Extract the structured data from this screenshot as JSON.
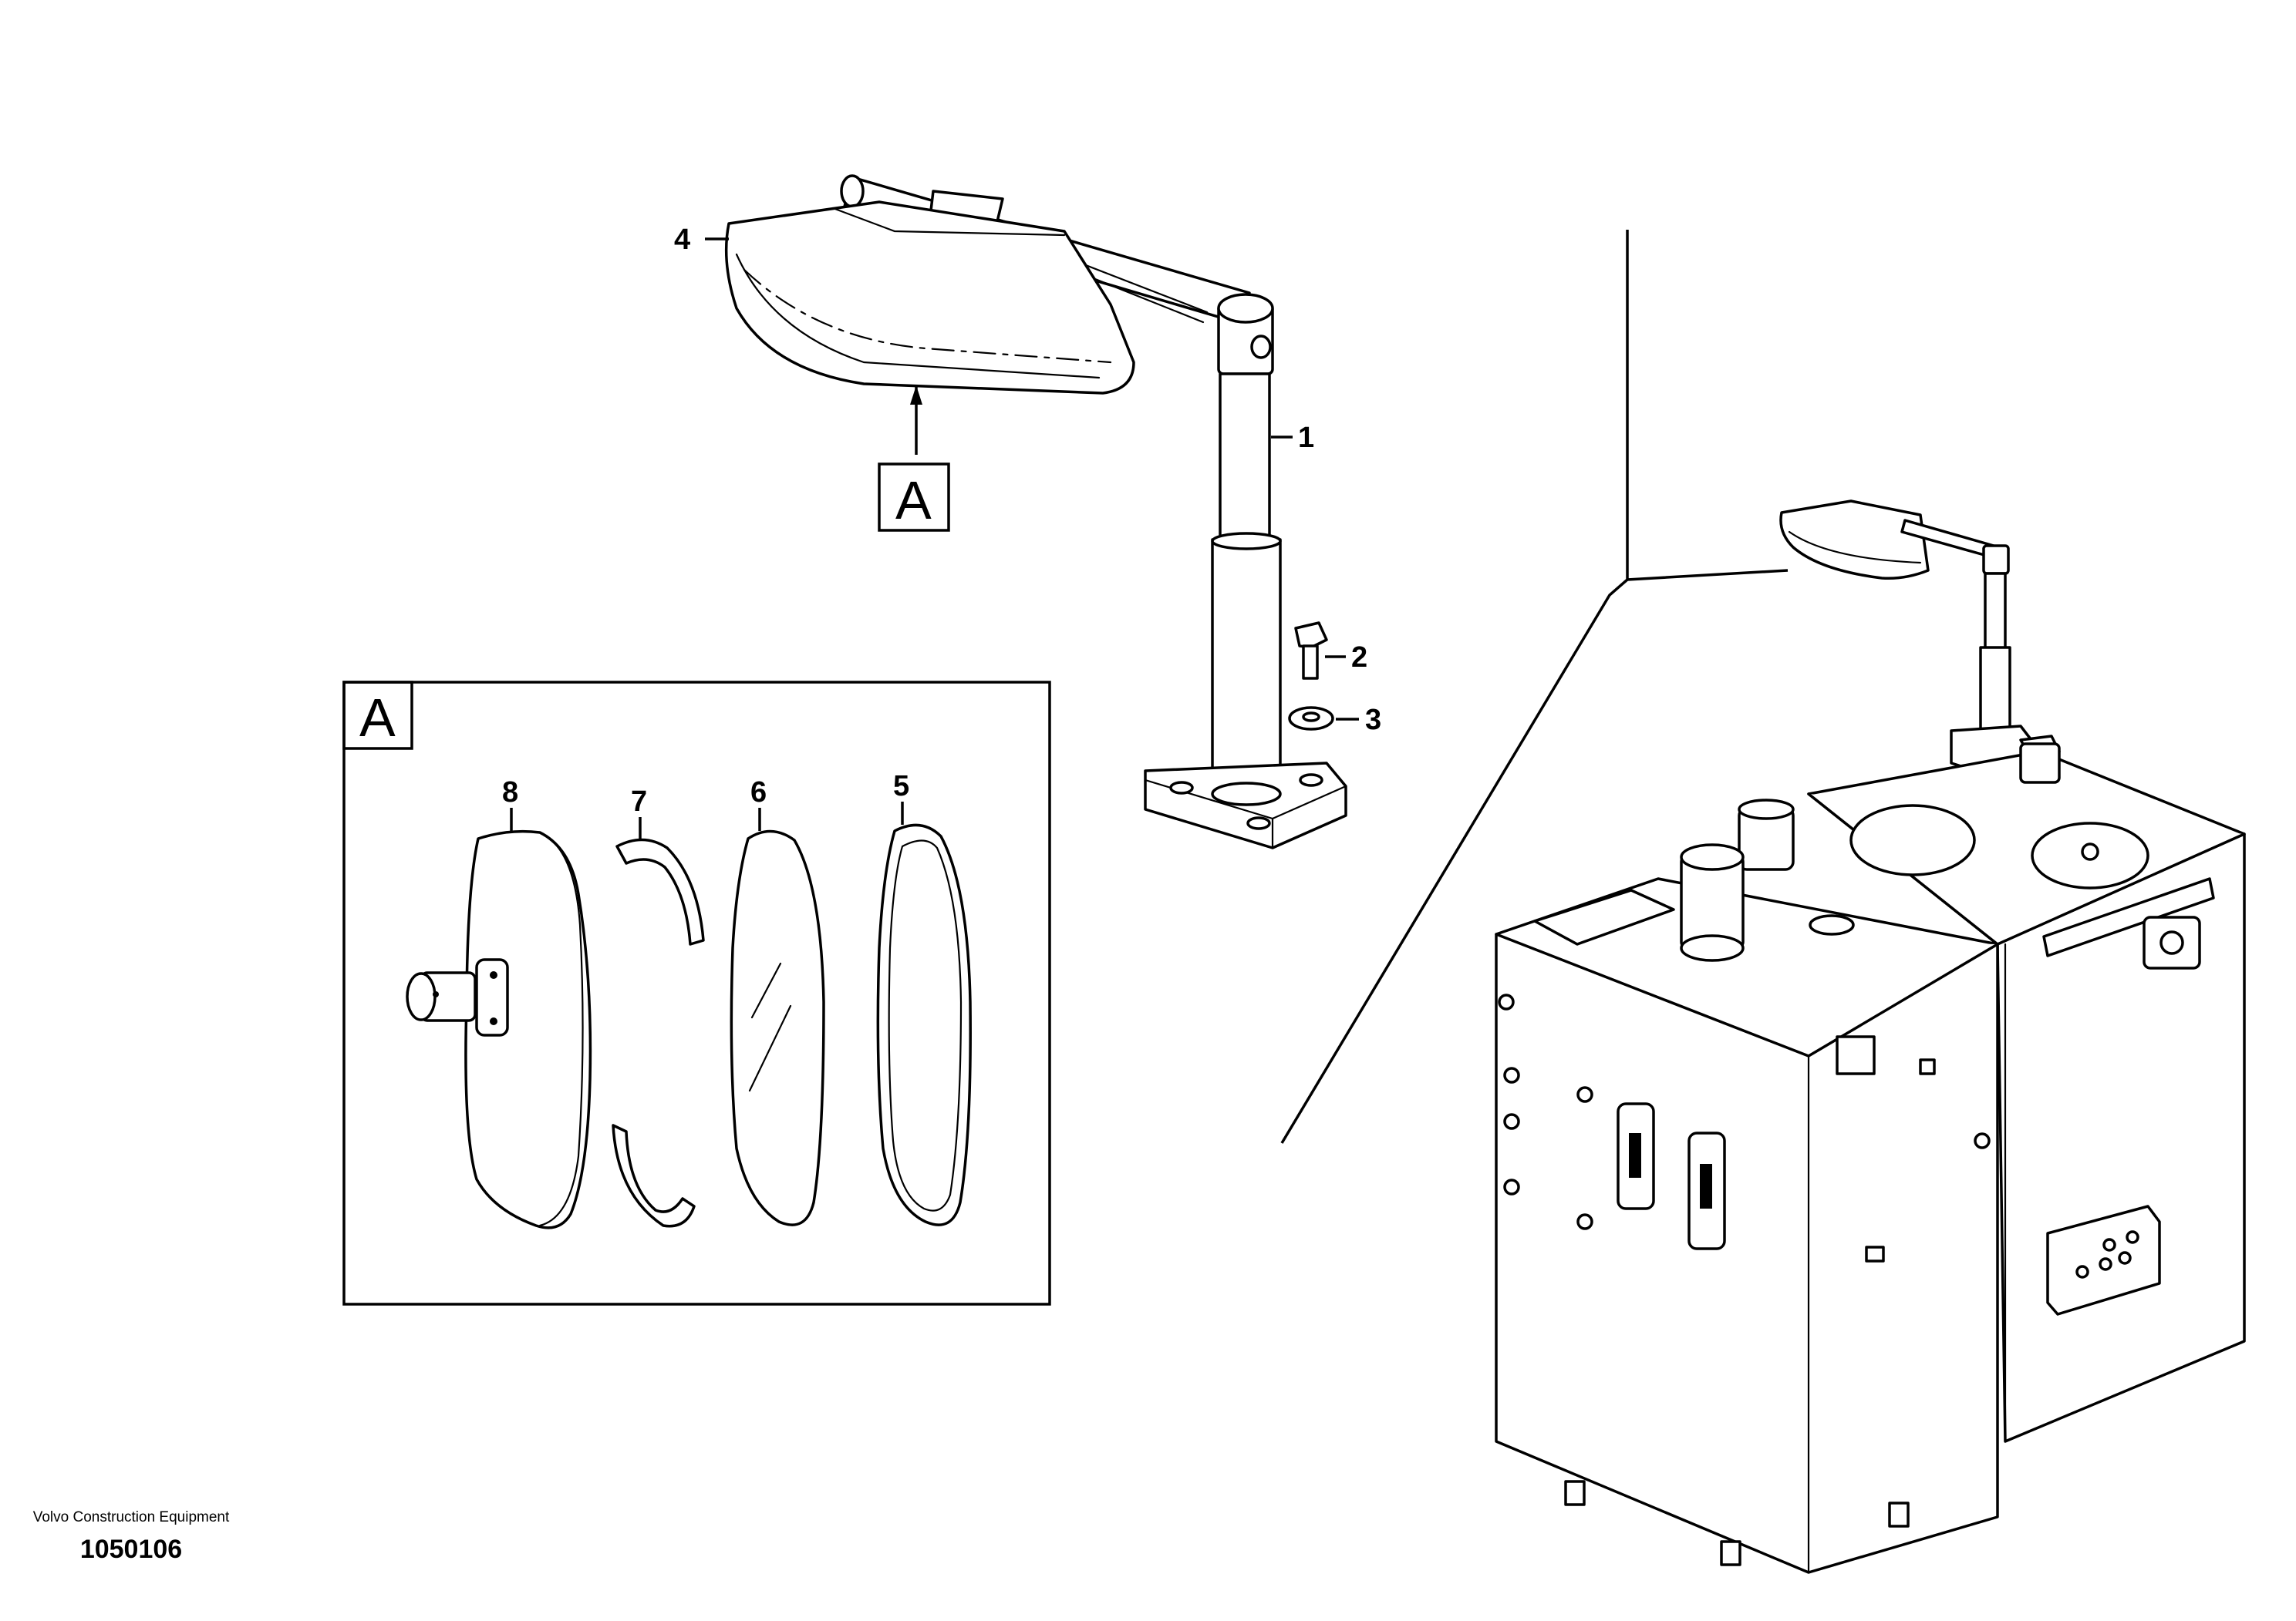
{
  "callouts": {
    "detail_letter": "A",
    "parts": [
      "1",
      "2",
      "3",
      "4",
      "5",
      "6",
      "7",
      "8"
    ]
  },
  "footer": {
    "company": "Volvo Construction Equipment",
    "drawing_number": "1050106"
  }
}
